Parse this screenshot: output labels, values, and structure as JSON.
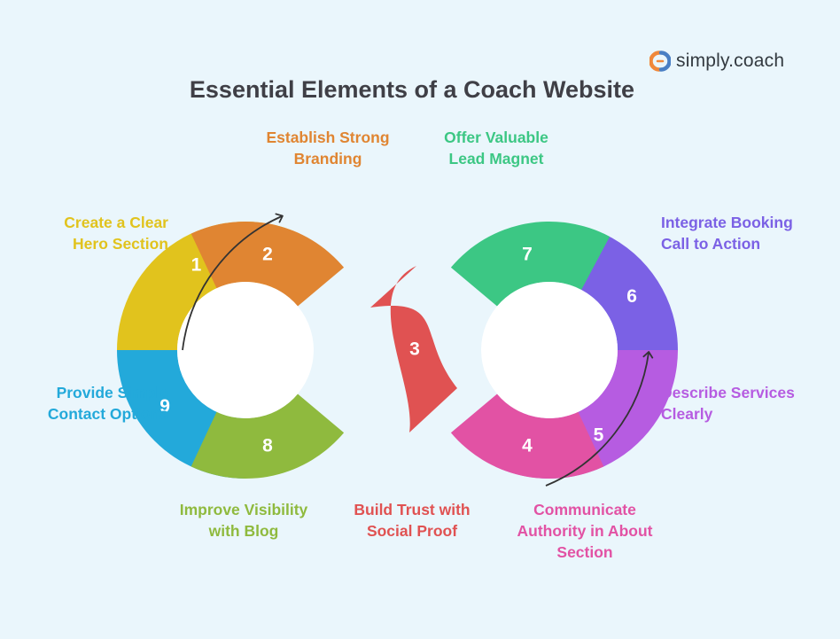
{
  "title": "Essential Elements of a Coach Website",
  "brand": {
    "name": "simply.coach",
    "icon": "simply-coach-logo-icon"
  },
  "steps": [
    {
      "number": "1",
      "lines": [
        "Create a Clear",
        "Hero Section"
      ],
      "color": "#e1c31d"
    },
    {
      "number": "2",
      "lines": [
        "Establish Strong",
        "Branding"
      ],
      "color": "#e08532"
    },
    {
      "number": "3",
      "lines": [
        "Build Trust with",
        "Social Proof"
      ],
      "color": "#e05252"
    },
    {
      "number": "4",
      "lines": [
        "Communicate",
        "Authority in About",
        "Section"
      ],
      "color": "#e252a4"
    },
    {
      "number": "5",
      "lines": [
        "Describe Services",
        "Clearly"
      ],
      "color": "#b65ce1"
    },
    {
      "number": "6",
      "lines": [
        "Integrate Booking",
        "Call to Action"
      ],
      "color": "#7b61e5"
    },
    {
      "number": "7",
      "lines": [
        "Offer Valuable",
        "Lead Magnet"
      ],
      "color": "#3cc784"
    },
    {
      "number": "8",
      "lines": [
        "Improve Visibility",
        "with Blog"
      ],
      "color": "#8fba3e"
    },
    {
      "number": "9",
      "lines": [
        "Provide Simple",
        "Contact Options"
      ],
      "color": "#23a9da"
    }
  ]
}
